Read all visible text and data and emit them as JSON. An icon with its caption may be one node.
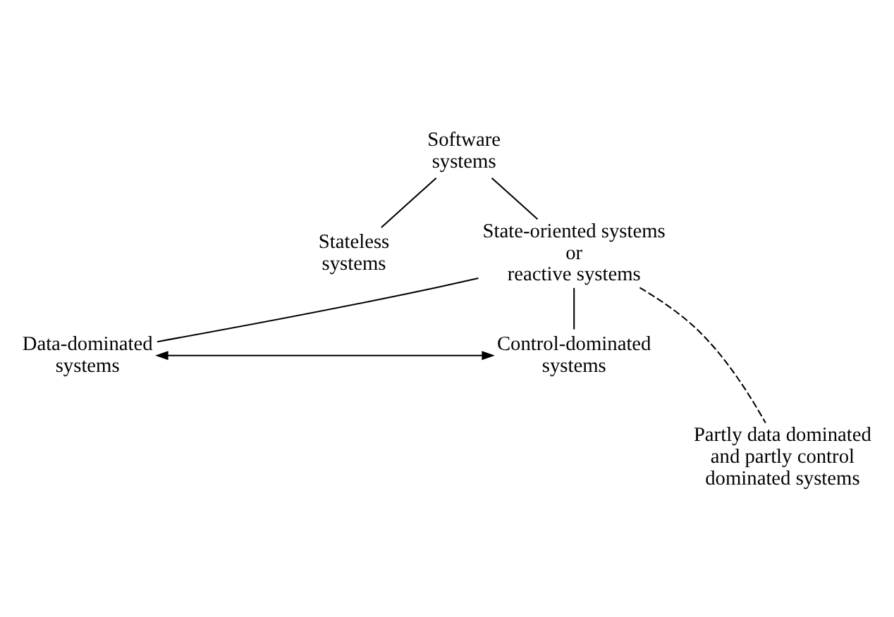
{
  "diagram": {
    "nodes": [
      {
        "text": [
          "Software systems"
        ]
      },
      {
        "text": [
          "Stateless systems"
        ]
      },
      {
        "text": [
          "State-oriented systems or reactive systems"
        ]
      },
      {
        "text": [
          "Data-dominated systems"
        ]
      },
      {
        "text": [
          "Control-dominated systems"
        ]
      },
      {
        "text": [
          "Partly data dominated and partly control dominated systems"
        ]
      }
    ],
    "edges": [
      {
        "from": 0,
        "to": 1,
        "arrow": "none"
      },
      {
        "from": 0,
        "to": 2,
        "arrow": "none"
      },
      {
        "from": 2,
        "to": 3,
        "arrow": "none"
      },
      {
        "from": 2,
        "to": 4,
        "arrow": "none"
      },
      {
        "from": 3,
        "to": 4,
        "arrow": "both"
      },
      {
        "from": 2,
        "to": 5,
        "arrow": "none",
        "style": "dashed"
      }
    ]
  }
}
